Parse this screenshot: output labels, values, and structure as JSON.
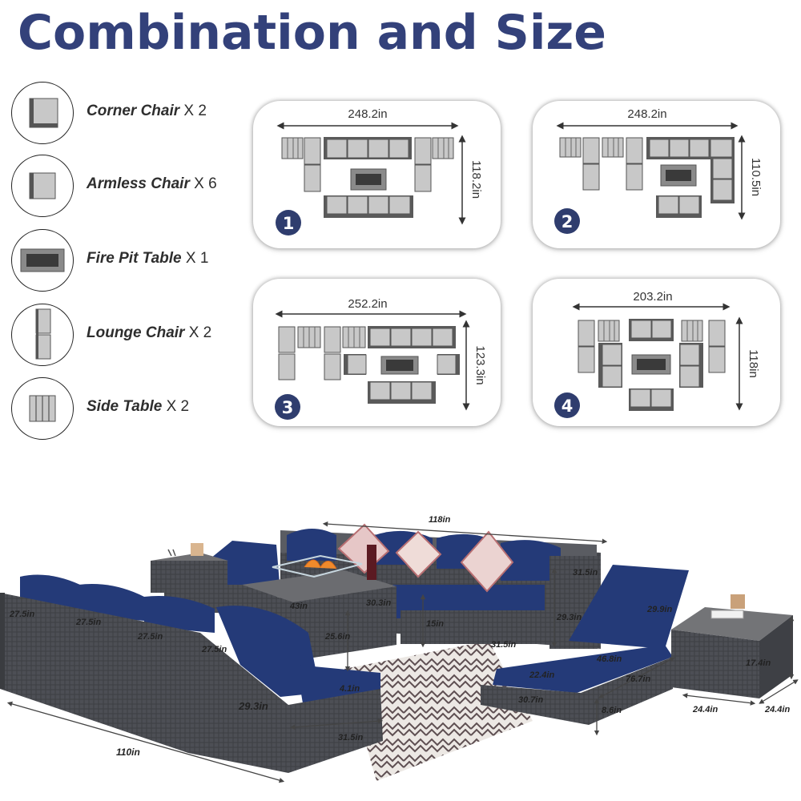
{
  "title": "Combination and Size",
  "legend": [
    {
      "label": "Corner Chair",
      "qty": "X 2",
      "icon": "corner-chair-icon"
    },
    {
      "label": "Armless Chair",
      "qty": "X 6",
      "icon": "armless-chair-icon"
    },
    {
      "label": "Fire Pit Table",
      "qty": "X 1",
      "icon": "fire-pit-table-icon"
    },
    {
      "label": "Lounge Chair",
      "qty": "X 2",
      "icon": "lounge-chair-icon"
    },
    {
      "label": "Side Table",
      "qty": "X 2",
      "icon": "side-table-icon"
    }
  ],
  "layouts": [
    {
      "number": "1",
      "width": "248.2in",
      "depth": "118.2in"
    },
    {
      "number": "2",
      "width": "248.2in",
      "depth": "110.5in"
    },
    {
      "number": "3",
      "width": "252.2in",
      "depth": "123.3in"
    },
    {
      "number": "4",
      "width": "203.2in",
      "depth": "118in"
    }
  ],
  "dimensions": {
    "sofa_length": "110in",
    "sectional_length": "118in",
    "seat_width_1": "27.5in",
    "seat_width_2": "27.5in",
    "seat_width_3": "27.5in",
    "seat_width_4": "27.5in",
    "back_height_front": "29.3in",
    "back_height_rear": "29.3in",
    "depth_front": "31.5in",
    "depth_rear": "31.5in",
    "depth_rear_side": "31.5in",
    "cushion_thickness": "4.1in",
    "seat_height": "15in",
    "table_length": "43in",
    "table_width": "30.3in",
    "table_height": "25.6in",
    "lounge_back": "29.9in",
    "lounge_seat": "46.8in",
    "lounge_total": "76.7in",
    "lounge_width": "22.4in",
    "lounge_frame": "30.7in",
    "lounge_height": "8.6in",
    "side_table_height": "17.4in",
    "side_table_width": "24.4in",
    "side_table_depth": "24.4in"
  },
  "colors": {
    "title": "#33417a",
    "badge": "#2f3d6e",
    "cushion": "#243a78",
    "wicker": "#4d4f55",
    "tile": "#c4c4c4"
  }
}
